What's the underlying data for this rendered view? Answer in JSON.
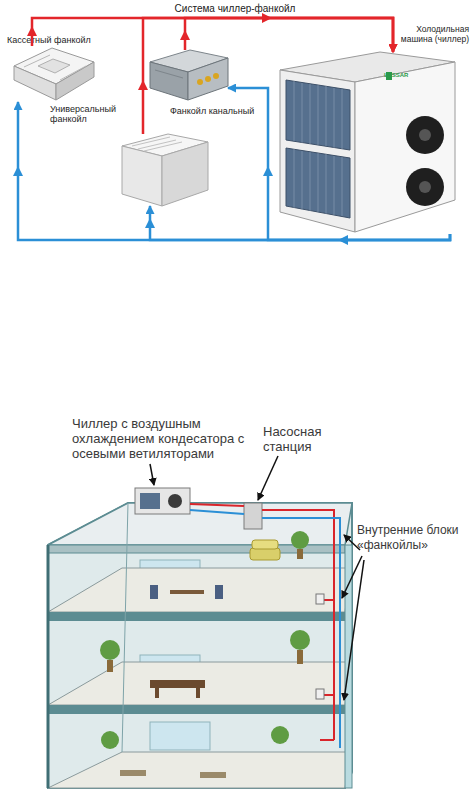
{
  "diagram": {
    "title": "Система чиллер-фанкойл",
    "nodes": [
      {
        "text": [
          "Кассетный фанкойл"
        ]
      },
      {
        "text": [
          "Фанкойл канальный"
        ]
      },
      {
        "text": [
          "Универсальный фанкойл"
        ]
      },
      {
        "text": [
          "Холодильная машина (чиллер)"
        ]
      }
    ],
    "edges": [
      {
        "from": 3,
        "to": 0,
        "arrow": "to"
      },
      {
        "from": 3,
        "to": 1,
        "arrow": "to"
      },
      {
        "from": 3,
        "to": 2,
        "arrow": "to"
      },
      {
        "from": 0,
        "to": 3,
        "arrow": "to"
      },
      {
        "from": 1,
        "to": 3,
        "arrow": "to"
      },
      {
        "from": 2,
        "to": 3,
        "arrow": "to"
      }
    ],
    "labels": [
      "LESSAR",
      "Чиллер с воздушным охлаждением кондесатора с осевыми ветиляторами",
      "Насосная станция",
      "Внутренние блоки «фанкойлы»"
    ]
  }
}
